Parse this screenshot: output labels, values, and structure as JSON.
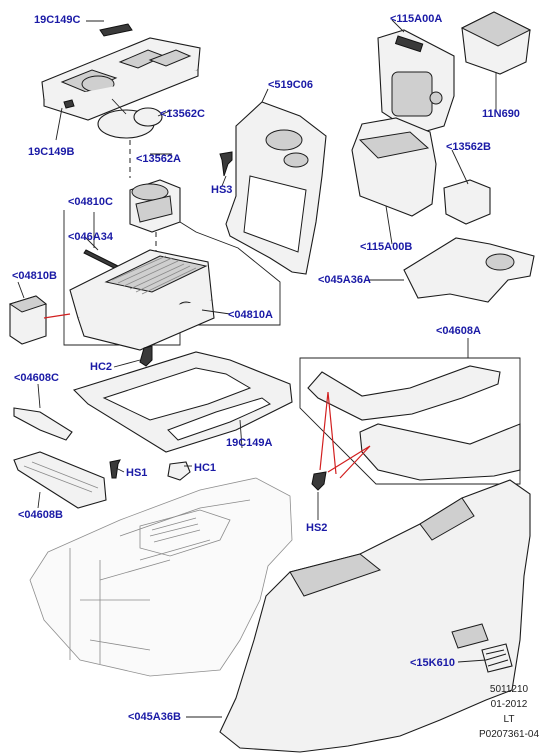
{
  "labels": {
    "19C149C": "19C149C",
    "19C149B": "19C149B",
    "13562C": "<13562C",
    "13562A": "<13562A",
    "04810C": "<04810C",
    "046A34": "<046A34",
    "04810B": "<04810B",
    "04810A": "<04810A",
    "HC2": "HC2",
    "04608C": "<04608C",
    "19C149A": "19C149A",
    "HS1": "HS1",
    "HC1": "HC1",
    "04608B": "<04608B",
    "519C06": "<519C06",
    "HS3": "HS3",
    "115A00A": "<115A00A",
    "11N690": "11N690",
    "13562B": "<13562B",
    "115A00B": "<115A00B",
    "045A36A": "<045A36A",
    "04608A": "<04608A",
    "HS2": "HS2",
    "15K610": "<15K610",
    "045A36B": "<045A36B"
  },
  "meta": {
    "line1": "5011210",
    "line2": "01-2012",
    "line3": "LT",
    "line4": "P0207361-04"
  }
}
